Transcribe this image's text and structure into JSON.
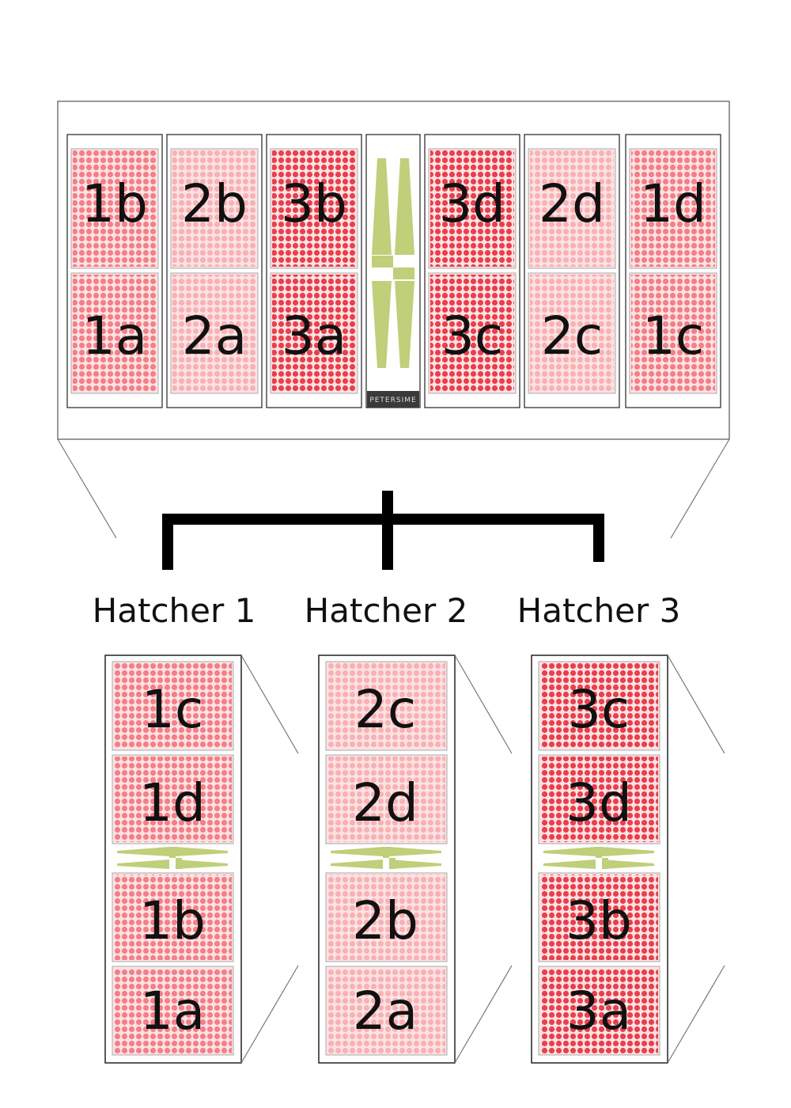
{
  "colors": {
    "level1": "#f47f87",
    "level2": "#f9b1b4",
    "level3": "#ea3f4c",
    "fan": "#bfcf7a",
    "brand_plate": "#3a3a3a",
    "frame": "#222222"
  },
  "setter": {
    "brand": "PETERSIME",
    "columns": [
      {
        "top": "1b",
        "bottom": "1a",
        "level": 1
      },
      {
        "top": "2b",
        "bottom": "2a",
        "level": 2
      },
      {
        "top": "3b",
        "bottom": "3a",
        "level": 3
      },
      {
        "top": "3d",
        "bottom": "3c",
        "level": 3
      },
      {
        "top": "2d",
        "bottom": "2c",
        "level": 2
      },
      {
        "top": "1d",
        "bottom": "1c",
        "level": 1
      }
    ]
  },
  "hatchers": [
    {
      "label": "Hatcher 1",
      "level": 1,
      "trays": [
        "1c",
        "1d",
        "1b",
        "1a"
      ]
    },
    {
      "label": "Hatcher 2",
      "level": 2,
      "trays": [
        "2c",
        "2d",
        "2b",
        "2a"
      ]
    },
    {
      "label": "Hatcher 3",
      "level": 3,
      "trays": [
        "3c",
        "3d",
        "3b",
        "3a"
      ]
    }
  ]
}
